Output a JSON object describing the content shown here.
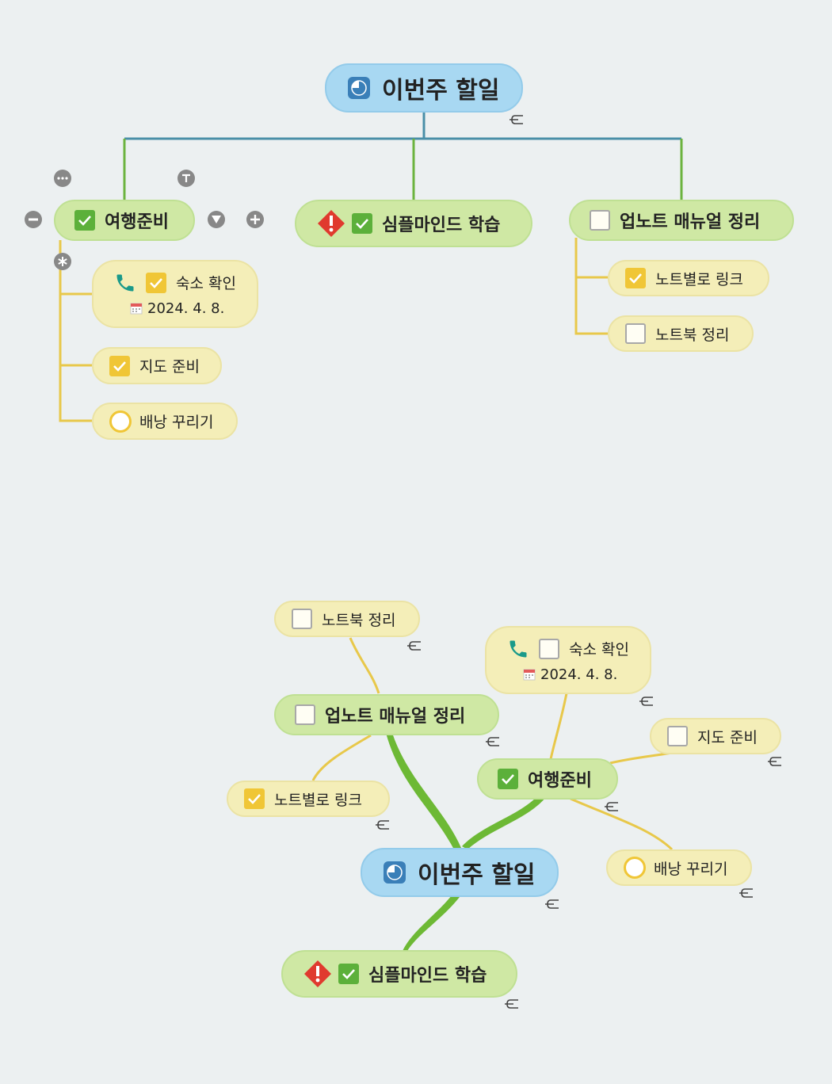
{
  "colors": {
    "background": "#ecf0f1",
    "root_fill": "#a8d8f2",
    "branch_fill": "#cfe8a4",
    "leaf_fill": "#f4eeb8",
    "root_connector": "#4a8fa8",
    "branch_connector": "#6cb33f",
    "leaf_connector": "#e8c84a",
    "check_green": "#5cb03a",
    "check_yellow": "#f0c636",
    "warning_red": "#e03a2e",
    "phone_teal": "#1a9a8a"
  },
  "top_map": {
    "root": {
      "label": "이번주 할일",
      "icon": "clock-pie-icon"
    },
    "travel": {
      "label": "여행준비",
      "checkbox": "checked",
      "controls": [
        "more-icon",
        "text-icon",
        "collapse-icon",
        "dropdown-icon",
        "add-icon",
        "star-icon"
      ],
      "children": {
        "lodging": {
          "label": "숙소 확인",
          "checkbox": "checked",
          "icon": "phone-icon",
          "date": "2024. 4. 8."
        },
        "map": {
          "label": "지도 준비",
          "checkbox": "checked"
        },
        "backpack": {
          "label": "배낭 꾸리기",
          "checkbox": "progress-ring"
        }
      }
    },
    "simplemind": {
      "label": "심플마인드 학습",
      "checkbox": "checked",
      "icon": "warning-icon"
    },
    "upnote": {
      "label": "업노트 매뉴얼 정리",
      "checkbox": "unchecked",
      "children": {
        "link": {
          "label": "노트별로 링크",
          "checkbox": "checked"
        },
        "notebook": {
          "label": "노트북 정리",
          "checkbox": "unchecked"
        }
      }
    }
  },
  "bottom_map": {
    "root": {
      "label": "이번주 할일",
      "icon": "clock-pie-icon"
    },
    "travel": {
      "label": "여행준비",
      "checkbox": "checked",
      "children": {
        "lodging": {
          "label": "숙소 확인",
          "checkbox": "unchecked",
          "icon": "phone-icon",
          "date": "2024. 4. 8."
        },
        "map": {
          "label": "지도 준비",
          "checkbox": "unchecked"
        },
        "backpack": {
          "label": "배낭 꾸리기",
          "checkbox": "progress-ring"
        }
      }
    },
    "simplemind": {
      "label": "심플마인드 학습",
      "checkbox": "checked",
      "icon": "warning-icon"
    },
    "upnote": {
      "label": "업노트 매뉴얼 정리",
      "checkbox": "unchecked",
      "children": {
        "link": {
          "label": "노트별로 링크",
          "checkbox": "checked"
        },
        "notebook": {
          "label": "노트북 정리",
          "checkbox": "unchecked"
        }
      }
    }
  }
}
